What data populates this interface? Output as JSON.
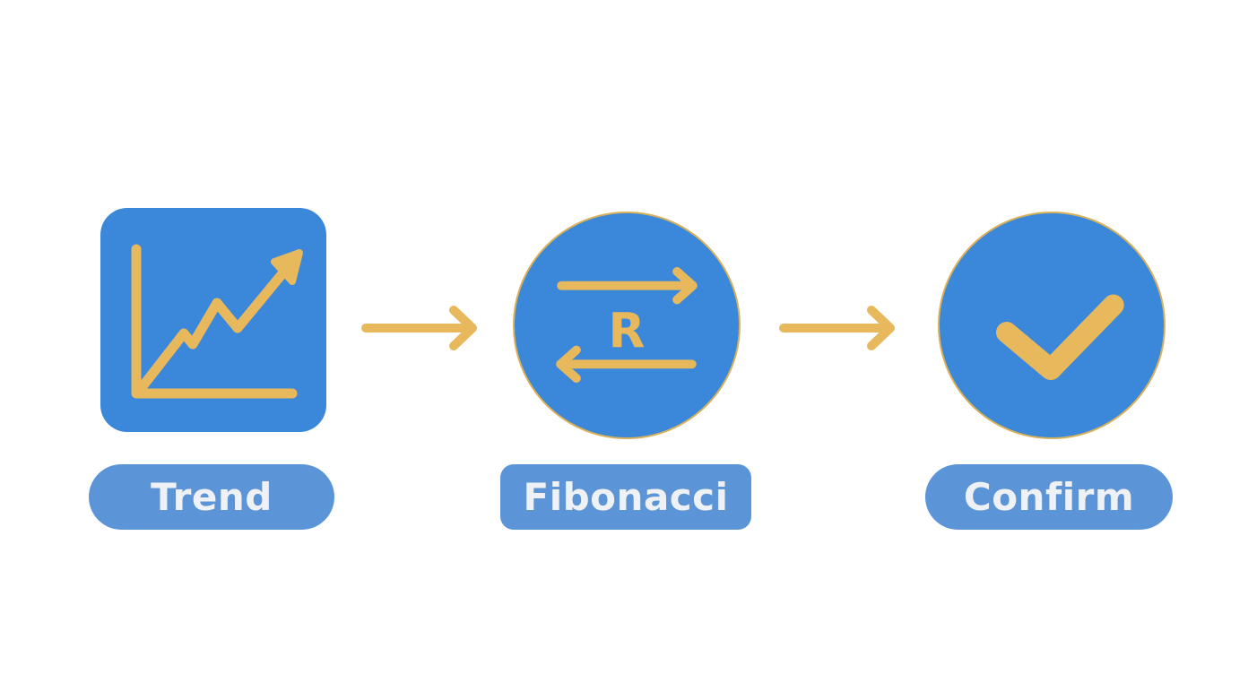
{
  "diagram": {
    "type": "process-flow",
    "colors": {
      "icon_fill": "#3b87d9",
      "label_fill": "#5b95d8",
      "accent": "#e8b85c",
      "label_text": "#eef2f7",
      "background": "#ffffff"
    },
    "steps": [
      {
        "label": "Trend",
        "icon": "trend-chart-icon",
        "shape": "rounded-square"
      },
      {
        "label": "Fibonacci",
        "icon": "retracement-arrows-icon",
        "shape": "circle",
        "icon_letter": "R"
      },
      {
        "label": "Confirm",
        "icon": "checkmark-icon",
        "shape": "circle"
      }
    ],
    "connectors": [
      {
        "from": "Trend",
        "to": "Fibonacci",
        "icon": "arrow-right-icon"
      },
      {
        "from": "Fibonacci",
        "to": "Confirm",
        "icon": "arrow-right-icon"
      }
    ]
  }
}
